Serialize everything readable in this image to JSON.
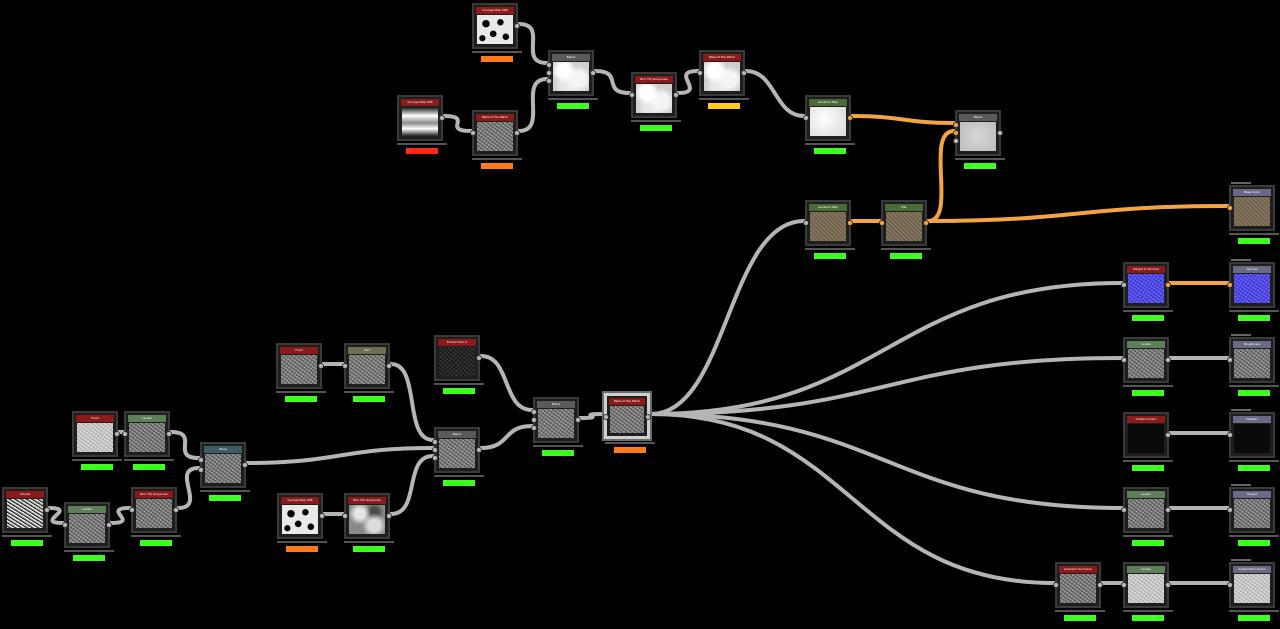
{
  "graph": {
    "labels": {
      "grunge_map_008": "Grunge Map 008",
      "grunge_map_006": "Grunge Map 006",
      "make_it_tile_patch": "Make It Tile Patch",
      "blend": "Blend",
      "blur_hq_grayscale": "Blur HQ Grayscale",
      "gradient_map": "Gradient Map",
      "hsl": "HSL",
      "base_color": "Base Color",
      "height_to_normal": "Height to Normal",
      "normal": "Normal",
      "levels": "Levels",
      "roughness": "Roughness",
      "uniform_color": "Uniform Color",
      "metallic": "Metallic",
      "height": "Height",
      "ambient_occlusion": "Ambient Occlusion",
      "ambientocclusion": "AmbientOcclusion",
      "fluid": "Fluid",
      "dirt": "Dirt",
      "fractal_sum_2": "Fractal Sum 2",
      "clouds": "Clouds",
      "warp": "Warp"
    },
    "colors": {
      "canvas": "#000000",
      "header_red": "#8b1a1a",
      "header_green": "#4a6b35",
      "header_gray": "#5a5a5a",
      "header_purple": "#6a6a88",
      "header_teal": "#3f5e64",
      "header_olive": "#6f6f4f",
      "header_levels": "#5e7f5a",
      "wire_gray": "#b5b5b5",
      "wire_orange": "#f5a442",
      "perf_green": "#3cff20",
      "perf_orange": "#ff7a1a",
      "perf_red": "#ff2a1a",
      "perf_yellow": "#ffcc1a",
      "selection": "#d8d8d8"
    }
  }
}
